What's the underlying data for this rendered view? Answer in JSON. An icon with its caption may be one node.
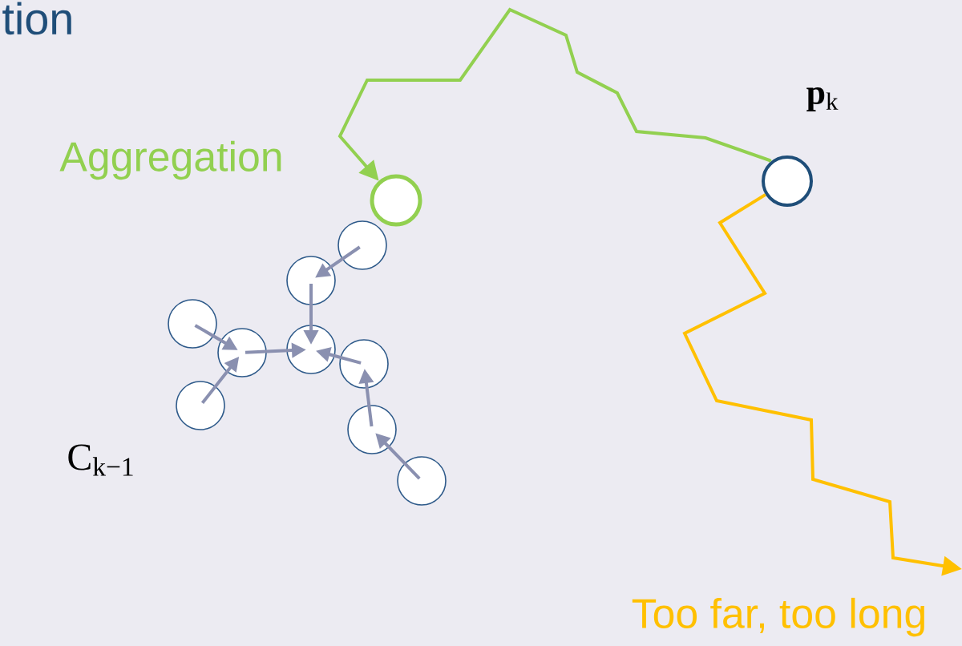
{
  "diagram": {
    "nodes": [
      {
        "text": [],
        "shape": "circle",
        "beside": [
          "**p**$_{k}$"
        ]
      },
      {
        "text": [],
        "shape": "circle",
        "beside": [
          "Aggregation"
        ]
      },
      {
        "text": [],
        "shape": "circle"
      },
      {
        "text": [],
        "shape": "circle"
      },
      {
        "text": [],
        "shape": "circle"
      },
      {
        "text": [],
        "shape": "circle"
      },
      {
        "text": [],
        "shape": "circle"
      },
      {
        "text": [],
        "shape": "circle"
      },
      {
        "text": [],
        "shape": "circle"
      },
      {
        "text": [],
        "shape": "circle"
      },
      {
        "text": [],
        "shape": "circle"
      }
    ],
    "edges": [
      {
        "from": 0,
        "to": 1,
        "arrow": "to",
        "color": "#92d050"
      },
      {
        "from": 0,
        "to": null,
        "arrow": "to",
        "color": "#ffc000",
        "label": "Too far, too long"
      },
      {
        "from": 2,
        "to": 3,
        "arrow": "to"
      },
      {
        "from": 3,
        "to": 5,
        "arrow": "to"
      },
      {
        "from": 4,
        "to": 6,
        "arrow": "to"
      },
      {
        "from": 8,
        "to": 6,
        "arrow": "to"
      },
      {
        "from": 6,
        "to": 5,
        "arrow": "to"
      },
      {
        "from": 7,
        "to": 5,
        "arrow": "to"
      },
      {
        "from": 9,
        "to": 7,
        "arrow": "to"
      },
      {
        "from": 10,
        "to": 9,
        "arrow": "to"
      }
    ],
    "labels": [
      "tion",
      "C$_{k−1}$"
    ]
  }
}
